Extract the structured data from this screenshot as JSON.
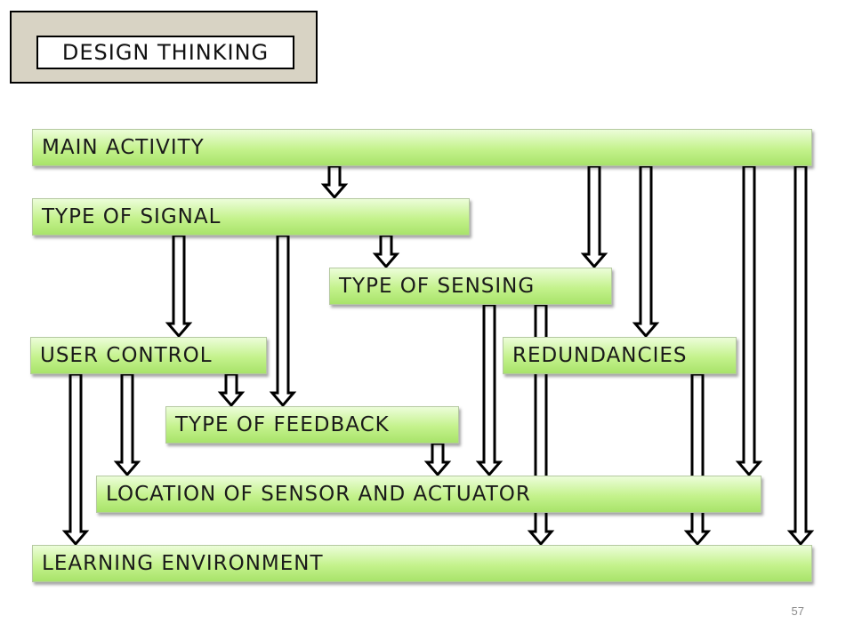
{
  "title": "Design Thinking",
  "nodes": {
    "main_activity": "Main Activity",
    "type_of_signal": "Type of Signal",
    "type_of_sensing": "Type of Sensing",
    "user_control": "User Control",
    "redundancies": "Redundancies",
    "type_of_feedback": "Type of Feedback",
    "location": "Location of Sensor and Actuator",
    "learning_environment": "Learning Environment"
  },
  "edges": [
    {
      "from": "Main Activity",
      "to": "Type of Signal"
    },
    {
      "from": "Main Activity",
      "to": "Type of Sensing"
    },
    {
      "from": "Main Activity",
      "to": "Redundancies"
    },
    {
      "from": "Main Activity",
      "to": "Location of Sensor and Actuator"
    },
    {
      "from": "Main Activity",
      "to": "Learning Environment"
    },
    {
      "from": "Type of Signal",
      "to": "User Control"
    },
    {
      "from": "Type of Signal",
      "to": "Type of Feedback"
    },
    {
      "from": "Type of Signal",
      "to": "Type of Sensing"
    },
    {
      "from": "Type of Sensing",
      "to": "Location of Sensor and Actuator"
    },
    {
      "from": "Type of Sensing",
      "to": "Learning Environment"
    },
    {
      "from": "User Control",
      "to": "Learning Environment"
    },
    {
      "from": "User Control",
      "to": "Location of Sensor and Actuator"
    },
    {
      "from": "User Control",
      "to": "Type of Feedback"
    },
    {
      "from": "Type of Feedback",
      "to": "Location of Sensor and Actuator"
    },
    {
      "from": "Redundancies",
      "to": "Learning Environment"
    }
  ],
  "page_number": "57",
  "colors": {
    "node_fill_top": "#ecfdd9",
    "node_fill_bottom": "#a8e36a",
    "title_panel": "#d8d3c4",
    "arrow_fill": "#ffffff",
    "arrow_stroke": "#000000"
  }
}
